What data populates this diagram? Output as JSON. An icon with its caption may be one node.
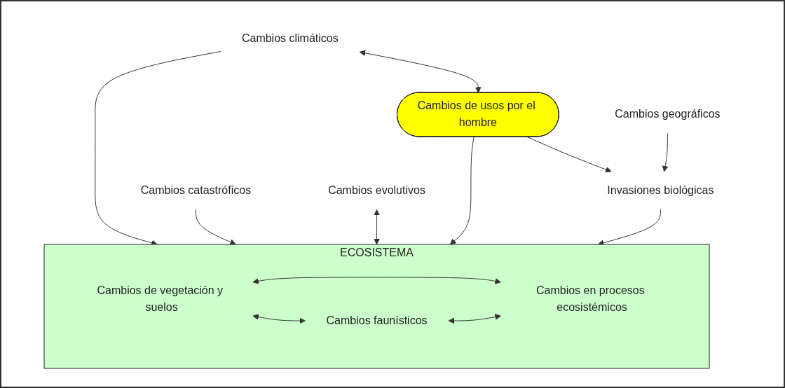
{
  "diagram": {
    "nodes": [
      {
        "text": [
          "Cambios climáticos"
        ]
      },
      {
        "text": [
          "Cambios catastróficos"
        ]
      },
      {
        "text": [
          "Cambios evolutivos"
        ]
      },
      {
        "text": [
          "ECOSISTEMA"
        ]
      },
      {
        "text": [
          "Cambios de vegetación y suelos"
        ],
        "in": 3
      },
      {
        "text": [
          "Cambios en procesos ecosistémicos"
        ],
        "in": 3
      },
      {
        "text": [
          "Cambios faunísticos"
        ],
        "in": 3
      },
      {
        "text": [
          "Cambios de usos por el hombre"
        ]
      },
      {
        "text": [
          "Invasiones biológicas"
        ]
      },
      {
        "text": [
          "Cambios geográficos"
        ]
      }
    ],
    "edges": [
      {
        "from": 0,
        "to": 3,
        "arrow": "to"
      },
      {
        "from": 1,
        "to": 3,
        "arrow": "to"
      },
      {
        "from": 2,
        "to": 3,
        "arrow": "both"
      },
      {
        "from": 0,
        "to": 7,
        "arrow": "both"
      },
      {
        "from": 4,
        "to": 5,
        "arrow": "both"
      },
      {
        "from": 4,
        "to": 6,
        "arrow": "both"
      },
      {
        "from": 6,
        "to": 5,
        "arrow": "both"
      },
      {
        "from": 7,
        "to": 3,
        "arrow": "to"
      },
      {
        "from": 7,
        "to": 8,
        "arrow": "to"
      },
      {
        "from": 8,
        "to": 3,
        "arrow": "to"
      },
      {
        "from": 9,
        "to": 8,
        "arrow": "to"
      }
    ]
  }
}
